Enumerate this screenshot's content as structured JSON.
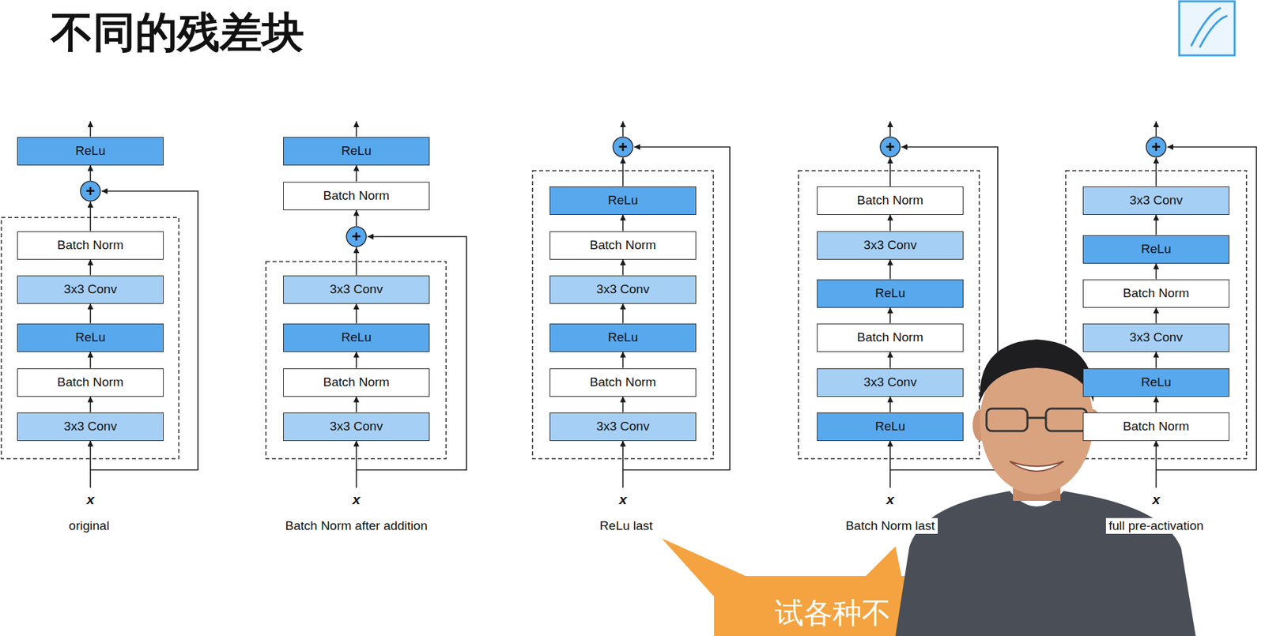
{
  "diagram": {
    "title": "不同的残差块",
    "nodes": [
      {
        "text": [
          "3x3 Conv"
        ]
      },
      {
        "text": [
          "Batch Norm"
        ]
      },
      {
        "text": [
          "ReLu"
        ]
      },
      {
        "text": [
          "3x3 Conv"
        ]
      },
      {
        "text": [
          "Batch Norm"
        ]
      },
      {
        "text": [
          "+"
        ]
      },
      {
        "text": [
          "ReLu"
        ]
      },
      {
        "text": [
          "3x3 Conv"
        ]
      },
      {
        "text": [
          "Batch Norm"
        ]
      },
      {
        "text": [
          "ReLu"
        ]
      },
      {
        "text": [
          "3x3 Conv"
        ]
      },
      {
        "text": [
          "+"
        ]
      },
      {
        "text": [
          "Batch Norm"
        ]
      },
      {
        "text": [
          "ReLu"
        ]
      },
      {
        "text": [
          "3x3 Conv"
        ]
      },
      {
        "text": [
          "Batch Norm"
        ]
      },
      {
        "text": [
          "ReLu"
        ]
      },
      {
        "text": [
          "3x3 Conv"
        ]
      },
      {
        "text": [
          "Batch Norm"
        ]
      },
      {
        "text": [
          "ReLu"
        ]
      },
      {
        "text": [
          "+"
        ]
      },
      {
        "text": [
          "ReLu"
        ]
      },
      {
        "text": [
          "3x3 Conv"
        ]
      },
      {
        "text": [
          "Batch Norm"
        ]
      },
      {
        "text": [
          "ReLu"
        ]
      },
      {
        "text": [
          "3x3 Conv"
        ]
      },
      {
        "text": [
          "Batch Norm"
        ]
      },
      {
        "text": [
          "+"
        ]
      },
      {
        "text": [
          "Batch Norm"
        ]
      },
      {
        "text": [
          "ReLu"
        ]
      },
      {
        "text": [
          "3x3 Conv"
        ]
      },
      {
        "text": [
          "Batch Norm"
        ]
      },
      {
        "text": [
          "ReLu"
        ]
      },
      {
        "text": [
          "3x3 Conv"
        ]
      },
      {
        "text": [
          "+"
        ]
      }
    ],
    "edges": [
      {
        "from": 0,
        "to": 1,
        "arrow": "to"
      },
      {
        "from": 1,
        "to": 2,
        "arrow": "to"
      },
      {
        "from": 2,
        "to": 3,
        "arrow": "to"
      },
      {
        "from": 3,
        "to": 4,
        "arrow": "to"
      },
      {
        "from": 4,
        "to": 5,
        "arrow": "to"
      },
      {
        "from": 5,
        "to": 6,
        "arrow": "to"
      },
      {
        "from": 7,
        "to": 8,
        "arrow": "to"
      },
      {
        "from": 8,
        "to": 9,
        "arrow": "to"
      },
      {
        "from": 9,
        "to": 10,
        "arrow": "to"
      },
      {
        "from": 10,
        "to": 11,
        "arrow": "to"
      },
      {
        "from": 11,
        "to": 12,
        "arrow": "to"
      },
      {
        "from": 12,
        "to": 13,
        "arrow": "to"
      },
      {
        "from": 14,
        "to": 15,
        "arrow": "to"
      },
      {
        "from": 15,
        "to": 16,
        "arrow": "to"
      },
      {
        "from": 16,
        "to": 17,
        "arrow": "to"
      },
      {
        "from": 17,
        "to": 18,
        "arrow": "to"
      },
      {
        "from": 18,
        "to": 19,
        "arrow": "to"
      },
      {
        "from": 19,
        "to": 20,
        "arrow": "to"
      },
      {
        "from": 21,
        "to": 22,
        "arrow": "to"
      },
      {
        "from": 22,
        "to": 23,
        "arrow": "to"
      },
      {
        "from": 23,
        "to": 24,
        "arrow": "to"
      },
      {
        "from": 24,
        "to": 25,
        "arrow": "to"
      },
      {
        "from": 25,
        "to": 26,
        "arrow": "to"
      },
      {
        "from": 26,
        "to": 27,
        "arrow": "to"
      },
      {
        "from": 28,
        "to": 29,
        "arrow": "to"
      },
      {
        "from": 29,
        "to": 30,
        "arrow": "to"
      },
      {
        "from": 30,
        "to": 31,
        "arrow": "to"
      },
      {
        "from": 31,
        "to": 32,
        "arrow": "to"
      },
      {
        "from": 32,
        "to": 33,
        "arrow": "to"
      },
      {
        "from": 33,
        "to": 34,
        "arrow": "to"
      }
    ],
    "labels": [
      "x",
      "original",
      "x",
      "Batch Norm after addition",
      "x",
      "ReLu last",
      "x",
      "Batch Norm last",
      "x",
      "full pre-activation",
      "试各种不"
    ]
  }
}
